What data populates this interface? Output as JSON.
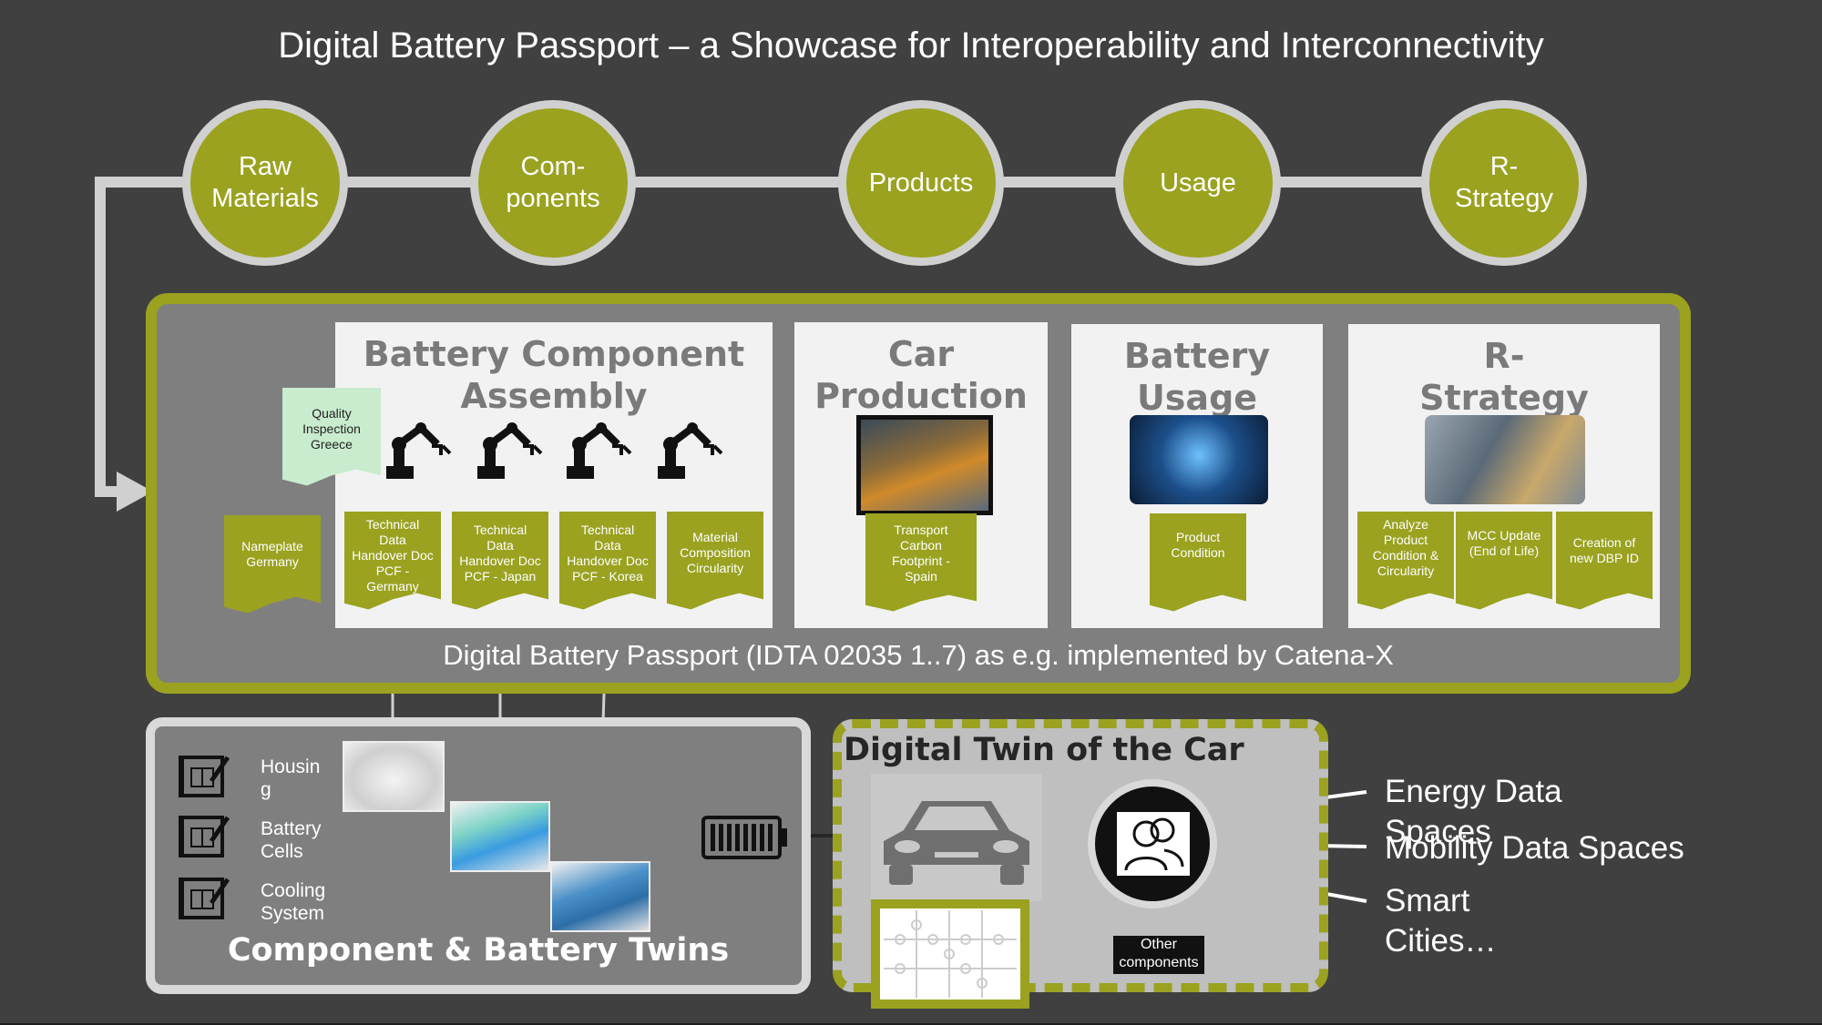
{
  "title": "Digital Battery Passport – a Showcase for Interoperability and Interconnectivity",
  "stages": [
    {
      "label": "Raw\nMaterials"
    },
    {
      "label": "Com-\nponents"
    },
    {
      "label": "Products"
    },
    {
      "label": "Usage"
    },
    {
      "label": "R-\nStrategy"
    }
  ],
  "cards": {
    "assembly": "Battery Component\nAssembly",
    "car": "Car\nProduction",
    "usage": "Battery\nUsage",
    "rstrategy": "R-\nStrategy"
  },
  "documents": {
    "quality": "Quality\nInspection\nGreece",
    "nameplate": "Nameplate\nGermany",
    "td_germany": "Technical\nData\nHandover Doc\nPCF -\nGermany",
    "td_japan": "Technical\nData\nHandover Doc\nPCF - Japan",
    "td_korea": "Technical\nData\nHandover Doc\nPCF - Korea",
    "material": "Material\nComposition\nCircularity",
    "transport": "Transport\nCarbon\nFootprint -\nSpain",
    "product_condition": "Product\nCondition",
    "analyze": "Analyze\nProduct\nCondition &\nCircularity",
    "mcc": "MCC Update\n(End of Life)",
    "creation": "Creation of\nnew DBP ID"
  },
  "passport_caption": "Digital Battery Passport (IDTA 02035 1..7) as e.g. implemented by Catena-X",
  "twins": {
    "title": "Component & Battery Twins",
    "items": [
      "Housin\ng",
      "Battery\nCells",
      "Cooling\nSystem"
    ]
  },
  "car_twin": {
    "title": "Digital Twin of the Car",
    "other": "Other\ncomponents"
  },
  "data_spaces": {
    "energy": "Energy Data\nSpaces",
    "mobility": "Mobility Data Spaces",
    "cities": "Smart\nCities…"
  },
  "colors": {
    "background": "#404040",
    "accent": "#9aa220",
    "panel": "#7f7f7f",
    "ring": "#d0d0d0"
  },
  "icons": [
    "robot-arm-icon",
    "blueprint-icon",
    "battery-icon",
    "car-icon",
    "users-icon",
    "puzzle-icon"
  ]
}
